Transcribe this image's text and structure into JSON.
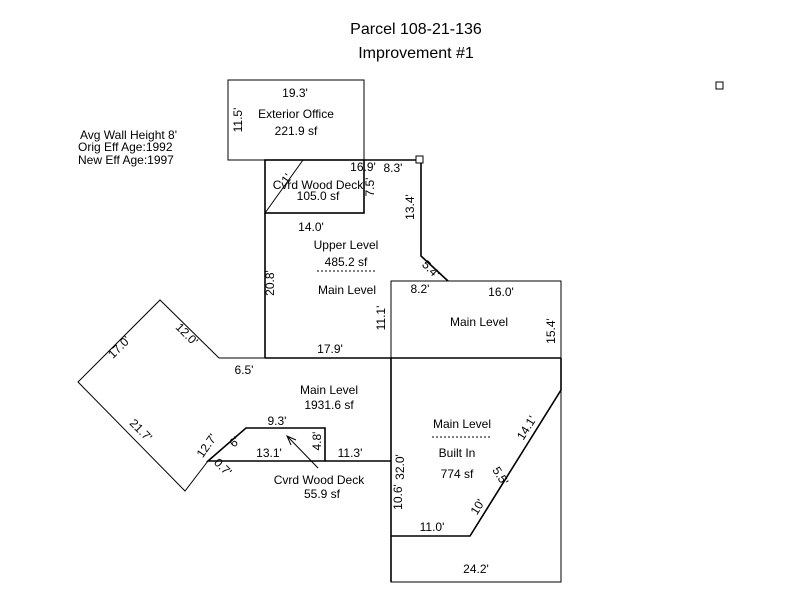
{
  "title": {
    "line1": "Parcel 108-21-136",
    "line2": "Improvement #1"
  },
  "info": {
    "wall_height": "Avg Wall Height 8'",
    "orig_eff_age": "Orig Eff Age:1992",
    "new_eff_age": "New Eff Age:1997"
  },
  "areas": {
    "exterior_office": {
      "name": "Exterior Office",
      "area": "221.9 sf"
    },
    "cvrd_deck_top": {
      "name": "Cvrd Wood Deck",
      "area": "105.0 sf"
    },
    "upper_level": {
      "name": "Upper Level",
      "area": "485.2 sf",
      "sub": "Main Level"
    },
    "main_level_right": {
      "name": "Main Level"
    },
    "main_level_center": {
      "name": "Main Level",
      "area": "1931.6 sf"
    },
    "main_level_built_in": {
      "name": "Main Level",
      "sub": "Built In",
      "area": "774 sf"
    },
    "cvrd_deck_bottom": {
      "name": "Cvrd Wood Deck",
      "area": "55.9 sf"
    }
  },
  "dimensions": {
    "office_top": "19.3'",
    "office_left": "11.5'",
    "deck_top": "16.9'",
    "deck_short": "1'",
    "deck_right": "7.5'",
    "upper_top_right": "8.3'",
    "upper_right": "13.4'",
    "upper_diag": "5.4'",
    "upper_width": "14.0'",
    "upper_left": "20.8'",
    "jog": "8.2'",
    "right_top": "16.0'",
    "right_left": "11.1'",
    "right_right": "15.4'",
    "mid_line": "17.9'",
    "left_short": "6.5'",
    "wing_top_right": "12.0'",
    "wing_top_left": "17.0'",
    "wing_bottom_left": "21.7'",
    "wing_bottom_short": "0.7'",
    "wing_inner": "12.7'",
    "bdeck_diag": "6'",
    "bdeck_top": "9.3'",
    "bdeck_right": "4.8'",
    "bdeck_bottom": "13.1'",
    "bottom_mid": "11.3'",
    "built_in_left": "32.0'",
    "built_in_left_low": "10.6'",
    "built_in_bottom": "11.0'",
    "built_in_diag_low": "10'",
    "built_in_diag_mid": "5.5'",
    "built_in_diag_top": "14.1'",
    "bottom_width": "24.2'"
  }
}
